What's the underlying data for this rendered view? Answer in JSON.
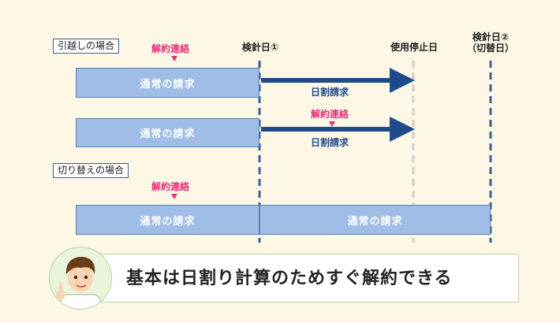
{
  "case_switch_none": {
    "label": "引越しの場合"
  },
  "case_switch": {
    "label": "切り替えの場合"
  },
  "cancel_contact": "解約連絡",
  "normal_billing": "通常の請求",
  "prorated_billing": "日割請求",
  "markers": {
    "reading1": "検針日①",
    "stop": "使用停止日",
    "reading2_line1": "検針日②",
    "reading2_line2": "（切替日）"
  },
  "message": "基本は日割り計算のためすぐ解約できる",
  "colors": {
    "bar": "#9fbde6",
    "arrow": "#1f4a8c",
    "accent": "#e5307a",
    "dash": "#3a5f94",
    "background": "#fdf8e6"
  }
}
